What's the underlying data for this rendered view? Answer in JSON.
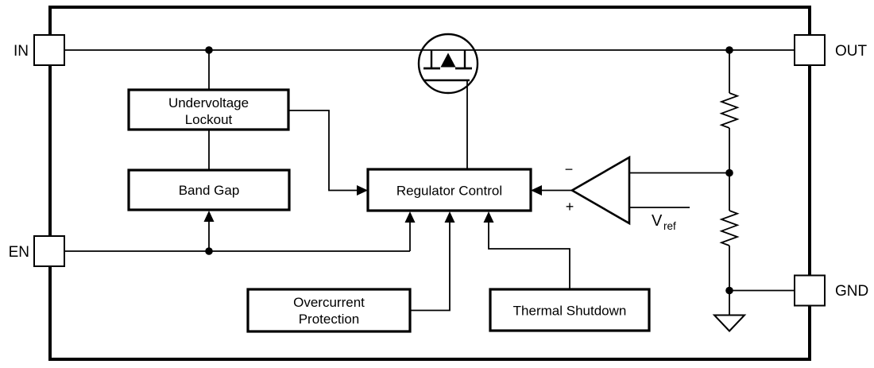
{
  "diagram": {
    "pins": {
      "in": "IN",
      "en": "EN",
      "out": "OUT",
      "gnd": "GND"
    },
    "blocks": {
      "undervoltage_lockout": {
        "line1": "Undervoltage",
        "line2": "Lockout"
      },
      "band_gap": {
        "line1": "Band Gap"
      },
      "regulator_control": {
        "line1": "Regulator Control"
      },
      "overcurrent_protection": {
        "line1": "Overcurrent",
        "line2": "Protection"
      },
      "thermal_shutdown": {
        "line1": "Thermal Shutdown"
      }
    },
    "error_amplifier": {
      "minus_label": "−",
      "plus_label": "+",
      "vref_base": "V",
      "vref_subscript": "ref"
    },
    "colors": {
      "stroke": "#000000",
      "background": "#ffffff"
    }
  }
}
